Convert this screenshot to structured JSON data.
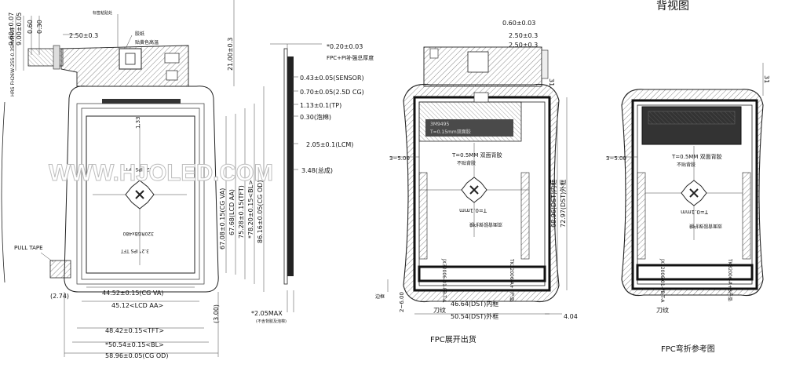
{
  "front_view": {
    "dims": {
      "fpc_top": "2.50±0.3",
      "dim_960": "9.60±0.07",
      "dim_900": "9.00±0.05",
      "dim_060": "0.60",
      "dim_030": "0.30",
      "height_21": "21.00±0.3",
      "cg_va": "44.52±0.15(CG VA)",
      "lcd_aa": "45.12<LCD AA>",
      "tft": "48.42±0.15<TFT>",
      "bl": "*50.54±0.15<BL>",
      "cg_od": "58.96±0.05(CG OD)",
      "v_cg_va": "67.08±0.15(CG VA)",
      "v_lcd_aa": "67.68(LCD AA)",
      "v_tft": "75.28±0.15(TFT)",
      "v_bl": "*78.20±0.15<BL>",
      "v_cg_od": "86.16±0.05(CG OD)",
      "left_274": "(2.74)",
      "bottom_300": "(3.00)",
      "tp_133": "1.33",
      "pull_tape": "PULL TAPE",
      "connector_label": "HRS FH26W-25S-0.3SHW(60)"
    },
    "notes": {
      "silk": "贴黄色高温",
      "tape": "胶纸",
      "label_top": "标签粘贴处"
    },
    "panel_text": {
      "model": "3.2\" IPS TFT",
      "resolution": "320RGBx480"
    }
  },
  "side_view": {
    "fpc_pi": "*0.20±0.03",
    "fpc_pi_label": "FPC+PI补强总厚度",
    "sensor": "0.43±0.05(SENSOR)",
    "cg": "0.70±0.05(2.5D CG)",
    "tp": "1.13±0.1(TP)",
    "bond": "0.30(泡棉)",
    "lcm": "2.05±0.1(LCM)",
    "total": "3.48(总成)",
    "max": "*2.05MAX",
    "max_note": "(不含背胶及泡棉)"
  },
  "back_view_unfolded": {
    "title_partial": "背视图",
    "fpc_top": "2.50±0.3",
    "dim_a": "0.60±0.03",
    "dim_b": "2.50±0.3",
    "dim_31": "31",
    "dim_3_5": "3~5.00",
    "dst_h_in": "68.96(DST)内框",
    "dst_h_out": "72.97(DST)外框",
    "dst_w_in": "46.64(DST)内框",
    "dst_w_out": "50.54(DST)外框",
    "dim_404": "4.04",
    "dim_2_6": "2~6.00",
    "thickness_note": "T=0.5MM 双面背胶",
    "thickness_note2": "不贴背胶",
    "t01": "T=0.1mm",
    "insulation": "双面背胶保护膜",
    "code": "JX32006-01-PB-T-A",
    "code2": "TK32006-A+B产品",
    "chip": "3M9495",
    "chip2": "T=0.15mm双面胶",
    "knife": "刀纹",
    "edge_note": "边框",
    "caption": "FPC展开出货"
  },
  "back_view_folded": {
    "dim_31": "31",
    "dim_3_5": "3~5.00",
    "thickness_note": "T=0.5MM 双面背胶",
    "thickness_note2": "不贴背胶",
    "t01": "T=0.1mm",
    "insulation": "双面背胶保护膜",
    "code": "JX32006-01-PB-T-A",
    "code2": "TK32006-A+B产品",
    "edge_note": "刀纹",
    "caption": "FPC弯折参考图"
  },
  "watermark": "WWW.HJOLED.COM"
}
